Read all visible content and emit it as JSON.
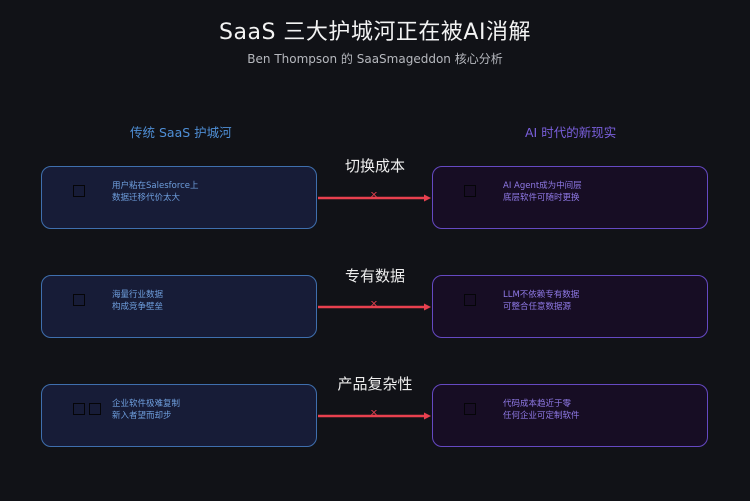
{
  "header": {
    "title": "SaaS 三大护城河正在被AI消解",
    "subtitle": "Ben Thompson 的 SaaSmageddon 核心分析"
  },
  "columns": {
    "left_title": "传统 SaaS 护城河",
    "right_title": "AI 时代的新现实"
  },
  "colors": {
    "background": "#111217",
    "left_accent": "#4f8fd6",
    "right_accent": "#7a5fdc",
    "arrow": "#e8404f"
  },
  "rows": [
    {
      "label": "切换成本",
      "left": {
        "icon": "placeholder-glyph",
        "line1": "用户粘在Salesforce上",
        "line2": "数据迁移代价太大"
      },
      "right": {
        "icon": "placeholder-glyph",
        "line1": "AI Agent成为中间层",
        "line2": "底层软件可随时更换"
      },
      "connector_mark": "×"
    },
    {
      "label": "专有数据",
      "left": {
        "icon": "placeholder-glyph",
        "line1": "海量行业数据",
        "line2": "构成竞争壁垒"
      },
      "right": {
        "icon": "placeholder-glyph",
        "line1": "LLM不依赖专有数据",
        "line2": "可整合任意数据源"
      },
      "connector_mark": "×"
    },
    {
      "label": "产品复杂性",
      "left": {
        "icon": "placeholder-glyph-double",
        "line1": "企业软件极难复制",
        "line2": "新入者望而却步"
      },
      "right": {
        "icon": "placeholder-glyph",
        "line1": "代码成本趋近于零",
        "line2": "任何企业可定制软件"
      },
      "connector_mark": "×"
    }
  ]
}
